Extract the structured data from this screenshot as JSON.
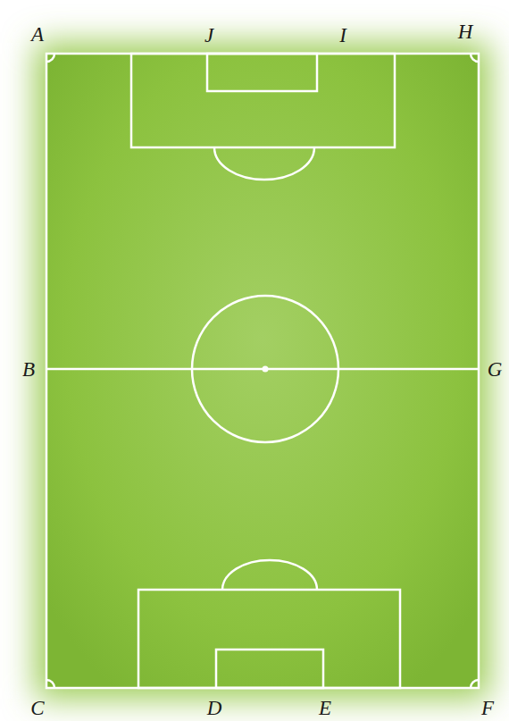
{
  "diagram": {
    "labels": [
      "A",
      "J",
      "I",
      "H",
      "B",
      "G",
      "C",
      "D",
      "E",
      "F"
    ]
  }
}
